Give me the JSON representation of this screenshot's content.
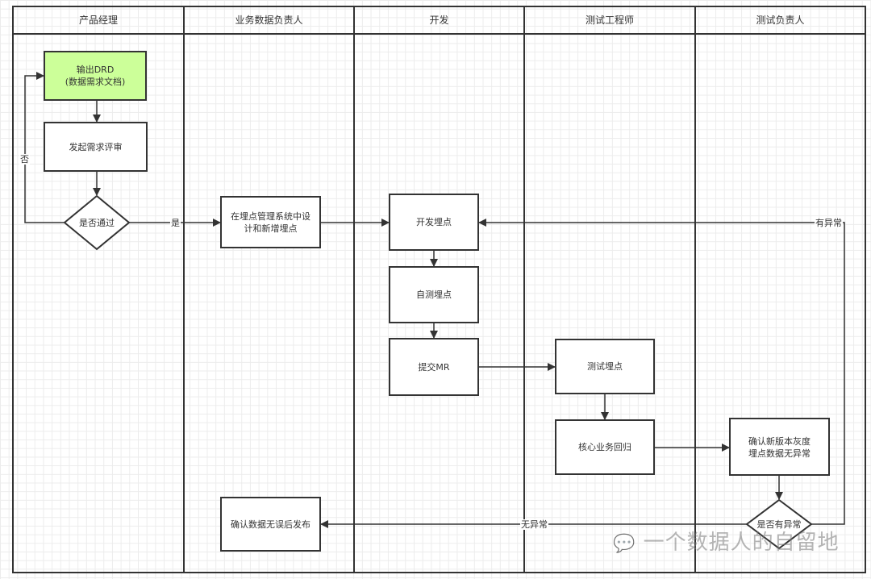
{
  "lanes": [
    "产品经理",
    "业务数据负责人",
    "开发",
    "测试工程师",
    "测试负责人"
  ],
  "nodes": {
    "output_drd": "输出DRD\n(数据需求文档)",
    "review": "发起需求评审",
    "passed": "是否通过",
    "design_points": "在埋点管理系统中设\n计和新增埋点",
    "dev_points": "开发埋点",
    "self_test": "自测埋点",
    "submit_mr": "提交MR",
    "test_points": "测试埋点",
    "regression": "核心业务回归",
    "confirm_gray": "确认新版本灰度\n埋点数据无异常",
    "has_anomaly": "是否有异常",
    "release": "确认数据无误后发布"
  },
  "edges": {
    "no": "否",
    "yes": "是",
    "anomaly": "有异常",
    "no_anomaly": "无异常"
  },
  "watermark": "一个数据人的自留地",
  "colors": {
    "highlight": "#ccff99",
    "stroke": "#333333"
  }
}
